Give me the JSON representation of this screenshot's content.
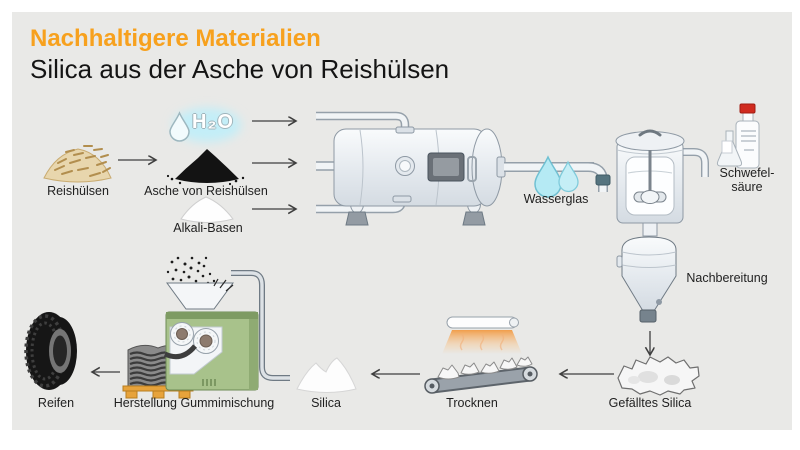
{
  "header": {
    "title": "Nachhaltigere Materialien",
    "subtitle": "Silica aus der Asche von Reishülsen"
  },
  "labels": {
    "rice_husks": "Reishülsen",
    "water": "H₂O",
    "ash": "Asche von Reishülsen",
    "alkali": "Alkali-Basen",
    "waterglass": "Wasserglas",
    "sulfuric_acid": "Schwefel-\nsäure",
    "post_processing": "Nachbereitung",
    "precipitated_silica": "Gefälltes Silica",
    "drying": "Trocknen",
    "silica": "Silica",
    "rubber_compounding": "Herstellung Gummimischung",
    "tire": "Reifen"
  },
  "colors": {
    "accent_orange": "#F7A11E",
    "panel_background": "#E9E9E7",
    "water_cyan": "#B5EAF4",
    "machine_green": "#A8C28B",
    "pallet_orange": "#E7A33B",
    "bottle_cap_red": "#D02B1F",
    "heater_glow_orange": "#F2953A",
    "ash_black": "#131313",
    "husk_tan": "#E8D6AD"
  }
}
